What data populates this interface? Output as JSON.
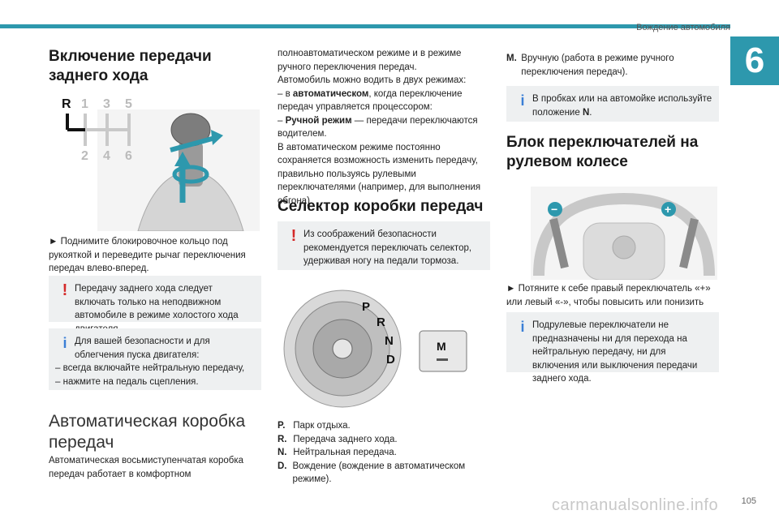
{
  "header": {
    "title": "Вождение автомобиля",
    "chapter": "6",
    "page": "105"
  },
  "col1": {
    "heading": "Включение передачи заднего хода",
    "gear_labels": {
      "r": "R",
      "g1": "1",
      "g3": "3",
      "g5": "5",
      "g2": "2",
      "g4": "4",
      "g6": "6"
    },
    "instruction": "► Поднимите блокировочное кольцо под рукояткой и переведите рычаг переключения передач влево-вперед.",
    "warning": "Передачу заднего хода следует включать только на неподвижном автомобиле в режиме холостого хода двигателя.",
    "info_intro": "Для вашей безопасности и для облегчения пуска двигателя:",
    "info_items": [
      "– всегда включайте нейтральную передачу,",
      "– нажмите на педаль сцепления."
    ],
    "section_title": "Автоматическая коробка передач",
    "section_text": "Автоматическая восьмиступенчатая коробка передач работает в комфортном"
  },
  "col2": {
    "para1": "полноавтоматическом режиме и в режиме ручного переключения передач.",
    "para2": "Автомобиль можно водить в двух режимах:",
    "mode1_prefix": "– в ",
    "mode1_bold": "автоматическом",
    "mode1_rest": ", когда переключение передач управляется процессором:",
    "mode2_prefix": "– ",
    "mode2_bold": "Ручной режим",
    "mode2_rest": " — передачи переключаются водителем.",
    "para3": "В автоматическом режиме постоянно сохраняется возможность изменить передачу, правильно пользуясь рулевыми переключателями (например, для выполнения обгона).",
    "heading": "Селектор коробки передач",
    "warning": "Из соображений безопасности рекомендуется переключать селектор, удерживая ногу на педали тормоза.",
    "selector_labels": {
      "p": "P",
      "r": "R",
      "n": "N",
      "d": "D",
      "m": "M"
    },
    "legend": [
      {
        "key": "P.",
        "text": "Парк отдыха."
      },
      {
        "key": "R.",
        "text": "Передача заднего хода."
      },
      {
        "key": "N.",
        "text": "Нейтральная передача."
      },
      {
        "key": "D.",
        "text": "Вождение (вождение в автоматическом режиме)."
      }
    ]
  },
  "col3": {
    "m_key": "M.",
    "m_text": "Вручную (работа в режиме ручного переключения передач).",
    "info_prefix": "В пробках или на автомойке используйте положение ",
    "info_bold": "N",
    "info_suffix": ".",
    "heading": "Блок переключателей на рулевом колесе",
    "minus_label": "−",
    "plus_label": "+",
    "instruction": "► Потяните к себе правый переключатель «+» или левый «-», чтобы повысить или понизить передачу.",
    "info2": "Подрулевые переключатели не предназначены ни для перехода на нейтральную передачу, ни для включения или выключения передачи заднего хода."
  },
  "watermark": "carmanualsonline.info",
  "colors": {
    "accent": "#2d98ad",
    "warning": "#d42a2a",
    "info": "#3b7fd6"
  }
}
